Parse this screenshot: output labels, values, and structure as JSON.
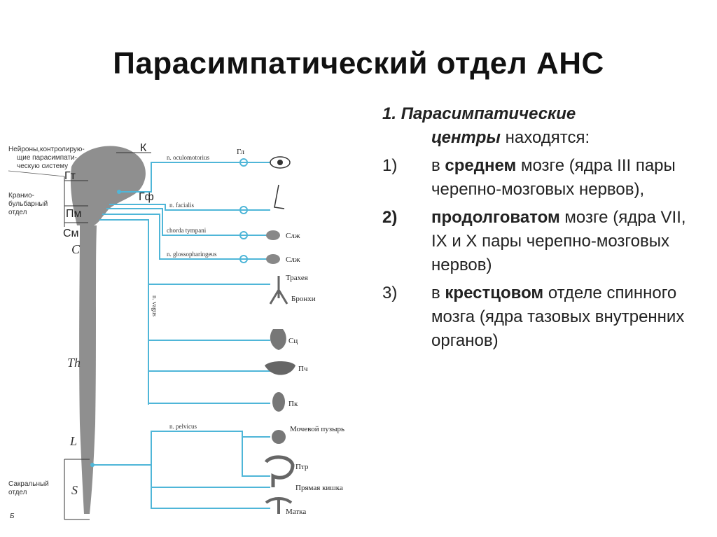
{
  "title": "Парасимпатический отдел АНС",
  "heading": {
    "prefix": "1. ",
    "bold_part1": "Парасимпатические",
    "bold_part2": "центры",
    "rest": " находятся:"
  },
  "items": [
    {
      "num": "1)",
      "num_bold": false,
      "pre": "в ",
      "bold": "среднем",
      "post": " мозге (ядра III пары черепно-мозговых нервов),"
    },
    {
      "num": "2)",
      "num_bold": true,
      "pre": "",
      "bold": "продолговатом",
      "post": " мозге (ядра VII, IX и  X пары черепно-мозговых нервов)"
    },
    {
      "num": "3)",
      "num_bold": false,
      "pre": "в ",
      "bold": "крестцовом",
      "post": " отделе спинного мозга (ядра тазовых внутренних органов)"
    }
  ],
  "figure": {
    "left_note_1": [
      "Нейроны,контролирую-",
      "щие парасимпати-",
      "ческую систему"
    ],
    "left_note_2": [
      "Кранио-",
      "бульбарный",
      "отдел"
    ],
    "left_note_3": [
      "Сакральный",
      "отдел"
    ],
    "k": "К",
    "gt": "Гт",
    "gf": "Гф",
    "pm": "Пм",
    "sm": "См",
    "regions": [
      "C",
      "Th",
      "L",
      "S"
    ],
    "corner": "Б",
    "nerves": [
      "n. oculomotorius",
      "n. facialis",
      "chorda tympani",
      "n. glossopharingeus",
      "n. vagus",
      "n. pelvicus"
    ],
    "organs": [
      "Гл",
      "Слж",
      "Слж",
      "Трахея",
      "Бронхи",
      "Сц",
      "Пч",
      "Пк",
      "Мочевой пузырь",
      "Птр",
      "Прямая кишка",
      "Матка"
    ]
  },
  "colors": {
    "nerve": "#4fb6d8",
    "cord": "#8c8c8c"
  }
}
